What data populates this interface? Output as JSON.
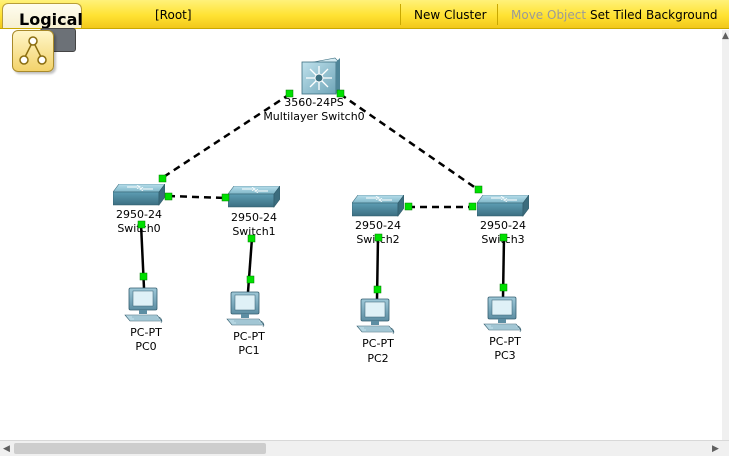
{
  "toolbar": {
    "mode": "Logical",
    "root": "[Root]",
    "new_cluster": "New Cluster",
    "move_object": "Move Object",
    "set_background": "Set Tiled Background"
  },
  "devices": {
    "multilayer_switch": {
      "model": "3560-24PS",
      "name": "Multilayer Switch0"
    },
    "switch0": {
      "model": "2950-24",
      "name": "Switch0"
    },
    "switch1": {
      "model": "2950-24",
      "name": "Switch1"
    },
    "switch2": {
      "model": "2950-24",
      "name": "Switch2"
    },
    "switch3": {
      "model": "2950-24",
      "name": "Switch3"
    },
    "pc0": {
      "model": "PC-PT",
      "name": "PC0"
    },
    "pc1": {
      "model": "PC-PT",
      "name": "PC1"
    },
    "pc2": {
      "model": "PC-PT",
      "name": "PC2"
    },
    "pc3": {
      "model": "PC-PT",
      "name": "PC3"
    }
  },
  "colors": {
    "link_up": "#00e000",
    "toolbar": "#ffe233",
    "device": "#5a9bb0"
  }
}
